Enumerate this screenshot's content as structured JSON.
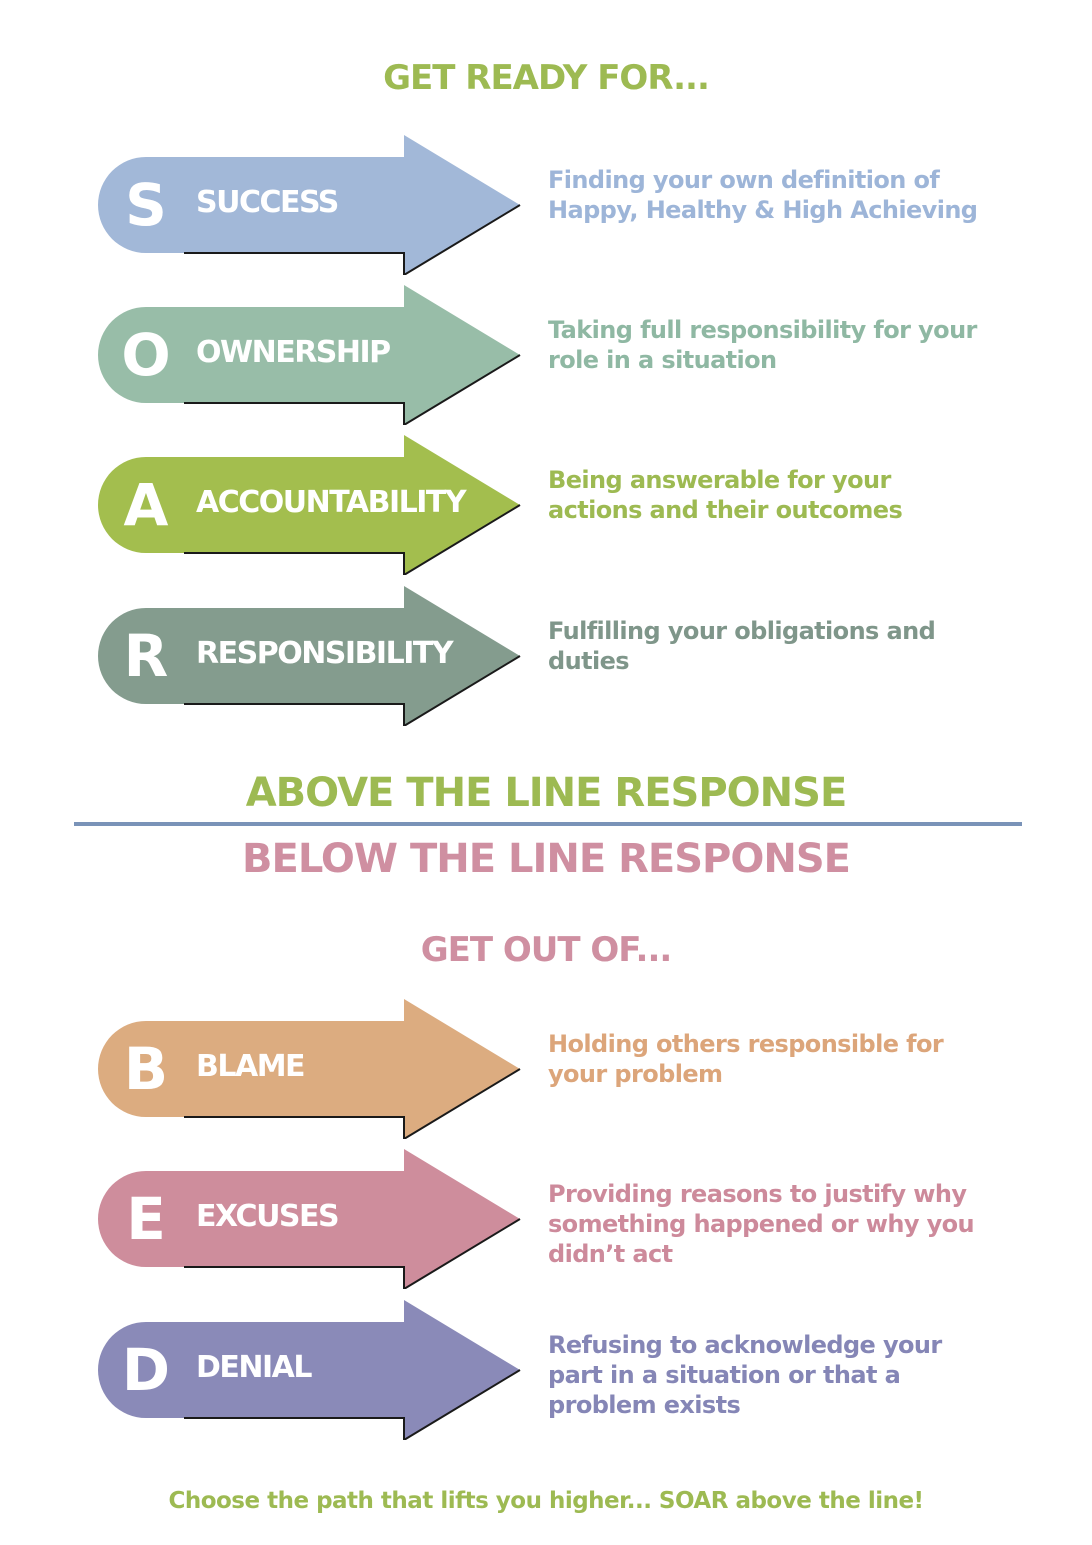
{
  "header": {
    "title": "GET READY FOR..."
  },
  "above_items": [
    {
      "letter": "S",
      "word": "SUCCESS",
      "description": "Finding your own definition of Happy, Healthy & High Achieving",
      "color": "#a2b8d8",
      "text_color": "#9db5d8"
    },
    {
      "letter": "O",
      "word": "OWNERSHIP",
      "description": "Taking full responsibility for your role in a situation",
      "color": "#98bda8",
      "text_color": "#8fb8a3"
    },
    {
      "letter": "A",
      "word": "ACCOUNTABILITY",
      "description": "Being answerable for your actions and their outcomes",
      "color": "#a3be4e",
      "text_color": "#9dba52"
    },
    {
      "letter": "R",
      "word": "RESPONSIBILITY",
      "description": "Fulfilling your obligations and duties",
      "color": "#849c8e",
      "text_color": "#7f968a"
    }
  ],
  "divider": {
    "above_label": "ABOVE THE LINE RESPONSE",
    "below_label": "BELOW THE LINE RESPONSE",
    "line_color": "#7a93b8"
  },
  "subheader": {
    "title": "GET OUT OF..."
  },
  "below_items": [
    {
      "letter": "B",
      "word": "BLAME",
      "description": "Holding others responsible for your problem",
      "color": "#dcac80",
      "text_color": "#dca57a"
    },
    {
      "letter": "E",
      "word": "EXCUSES",
      "description": "Providing reasons to justify why something happened or why you didn’t act",
      "color": "#ce8d9c",
      "text_color": "#cd8a9b"
    },
    {
      "letter": "D",
      "word": "DENIAL",
      "description": "Refusing to acknowledge your part in a situation or that a problem exists",
      "color": "#8a8ab8",
      "text_color": "#8586b6"
    }
  ],
  "footer": {
    "text": "Choose the path that lifts you higher... SOAR above the line!"
  }
}
